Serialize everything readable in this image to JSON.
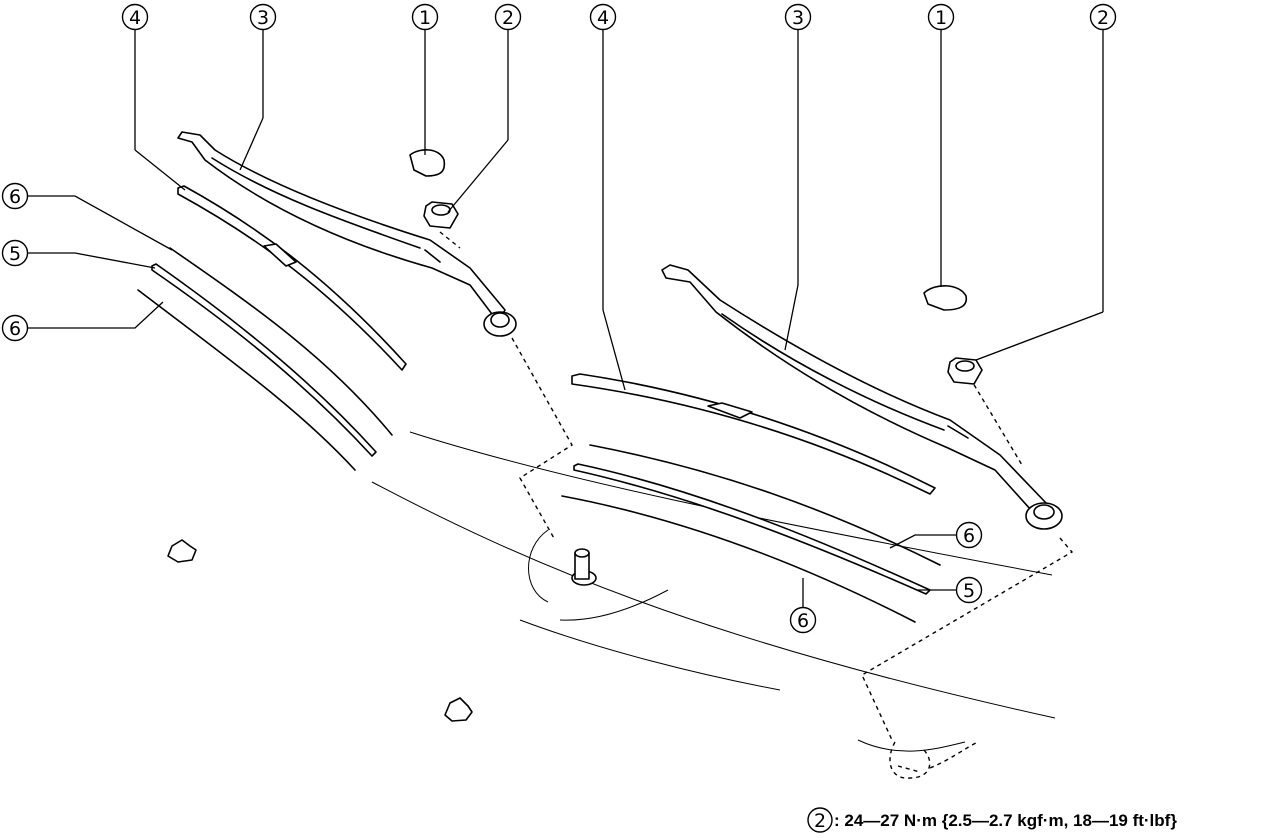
{
  "callouts": {
    "n1": "1",
    "n2": "2",
    "n3": "3",
    "n4": "4",
    "n5": "5",
    "n6": "6"
  },
  "legend": {
    "ref": "2",
    "text": ": 24—27 N·m {2.5—2.7 kgf·m, 18—19 ft·lbf}"
  }
}
